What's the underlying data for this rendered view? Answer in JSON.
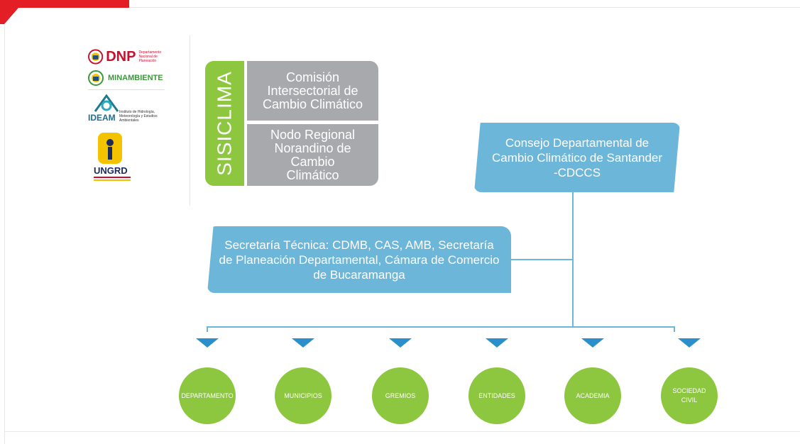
{
  "logos": {
    "dnp": {
      "name": "DNP",
      "sub": "Departamento Nacional de Planeación"
    },
    "minambiente": {
      "name": "MINAMBIENTE"
    },
    "ideam": {
      "name": "IDEAM",
      "sub": "Instituto de Hidrología, Meteorología y Estudios Ambientales"
    },
    "ungrd": {
      "name": "UNGRD"
    }
  },
  "sisiclima": {
    "label": "SISICLIMA",
    "box1": "Comisión Intersectorial de Cambio Climático",
    "box2": "Nodo Regional Norandino de Cambio Climático"
  },
  "consejo": "Consejo Departamental de Cambio Climático de Santander -CDCCS",
  "secretaria": "Secretaría Técnica: CDMB, CAS, AMB, Secretaría de Planeación Departamental, Cámara de Comercio de Bucaramanga",
  "members": [
    "DEPARTAMENTO",
    "MUNICIPIOS",
    "GREMIOS",
    "ENTIDADES",
    "ACADEMIA",
    "SOCIEDAD CIVIL"
  ],
  "colors": {
    "accent_red": "#e31e24",
    "green": "#8dc63f",
    "grey": "#a7a9ac",
    "blue": "#6cb6d9",
    "arrow_blue": "#2c8ecb"
  }
}
